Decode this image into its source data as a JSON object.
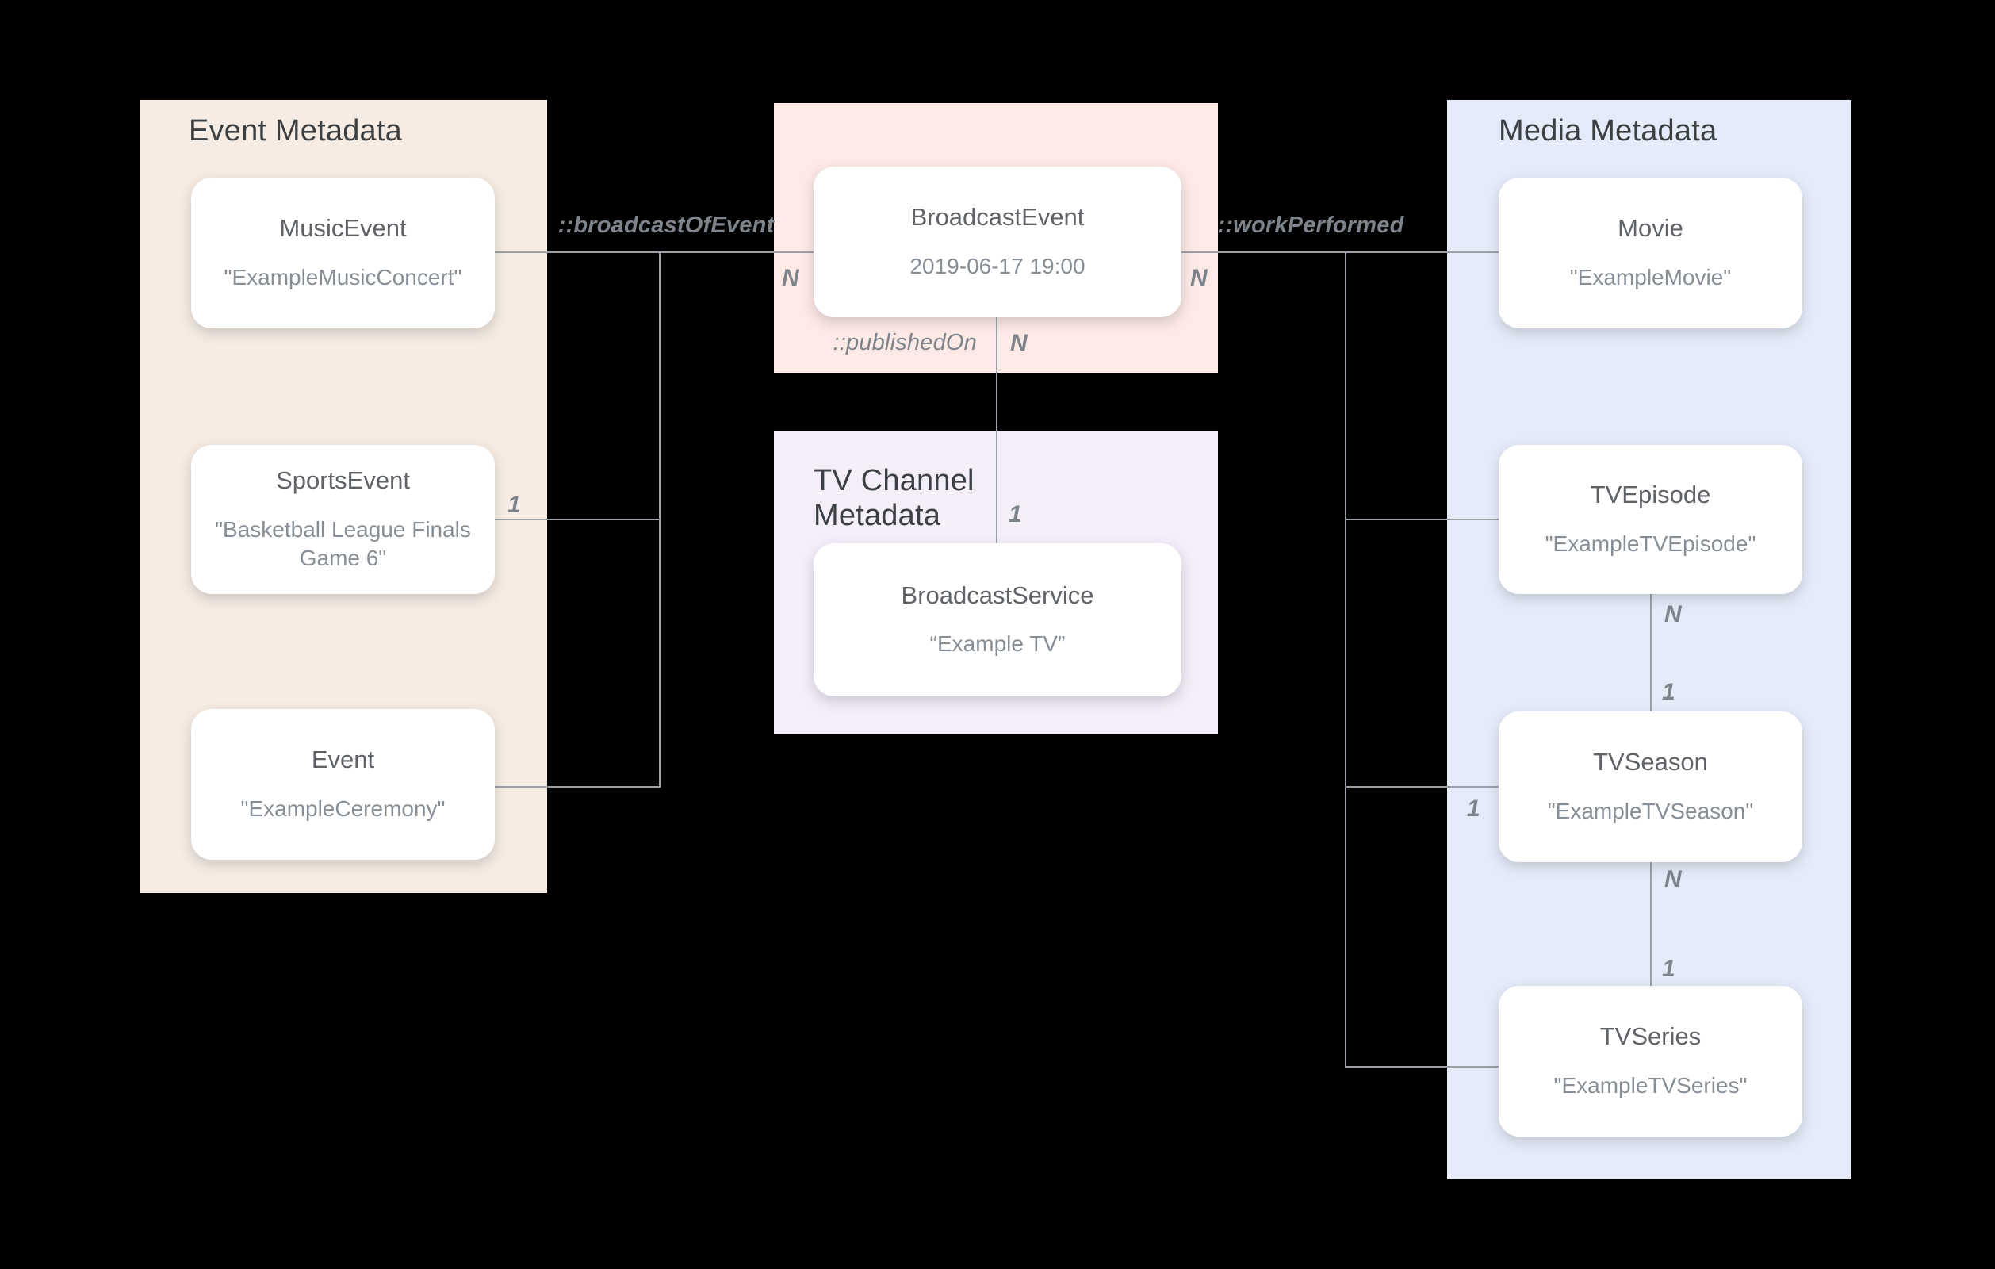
{
  "canvas": {
    "background": "#000000",
    "line_color": "#9aa0a6"
  },
  "panels": {
    "event": {
      "title": "Event Metadata",
      "bg": "#f6ece3"
    },
    "broadcast": {
      "bg": "#fde9e6"
    },
    "tv_channel": {
      "title": "TV Channel Metadata",
      "bg": "#f4edfa"
    },
    "media": {
      "title": "Media Metadata",
      "bg": "#e6ebf9"
    }
  },
  "nodes": {
    "music_event": {
      "title": "MusicEvent",
      "subtitle": "\"ExampleMusicConcert\""
    },
    "sports_event": {
      "title": "SportsEvent",
      "subtitle": "\"Basketball League Finals Game 6\""
    },
    "event": {
      "title": "Event",
      "subtitle": "\"ExampleCeremony\""
    },
    "broadcast_event": {
      "title": "BroadcastEvent",
      "subtitle": "2019-06-17 19:00"
    },
    "broadcast_service": {
      "title": "BroadcastService",
      "subtitle": "“Example TV”"
    },
    "movie": {
      "title": "Movie",
      "subtitle": "\"ExampleMovie\""
    },
    "tv_episode": {
      "title": "TVEpisode",
      "subtitle": "\"ExampleTVEpisode\""
    },
    "tv_season": {
      "title": "TVSeason",
      "subtitle": "\"ExampleTVSeason\""
    },
    "tv_series": {
      "title": "TVSeries",
      "subtitle": "\"ExampleTVSeries\""
    }
  },
  "relations": {
    "broadcast_of_event": "::broadcastOfEvent",
    "work_performed": "::workPerformed",
    "published_on": "::publishedOn"
  },
  "cardinalities": {
    "n_broadcastevent_left": "N",
    "n_broadcastevent_right": "N",
    "n_publishedon": "N",
    "one_broadcastservice": "1",
    "one_sportsevent": "1",
    "n_episode_to_season": "N",
    "one_episode_to_season": "1",
    "n_season_to_series": "N",
    "one_season_to_series": "1",
    "one_tvseason_left": "1"
  }
}
